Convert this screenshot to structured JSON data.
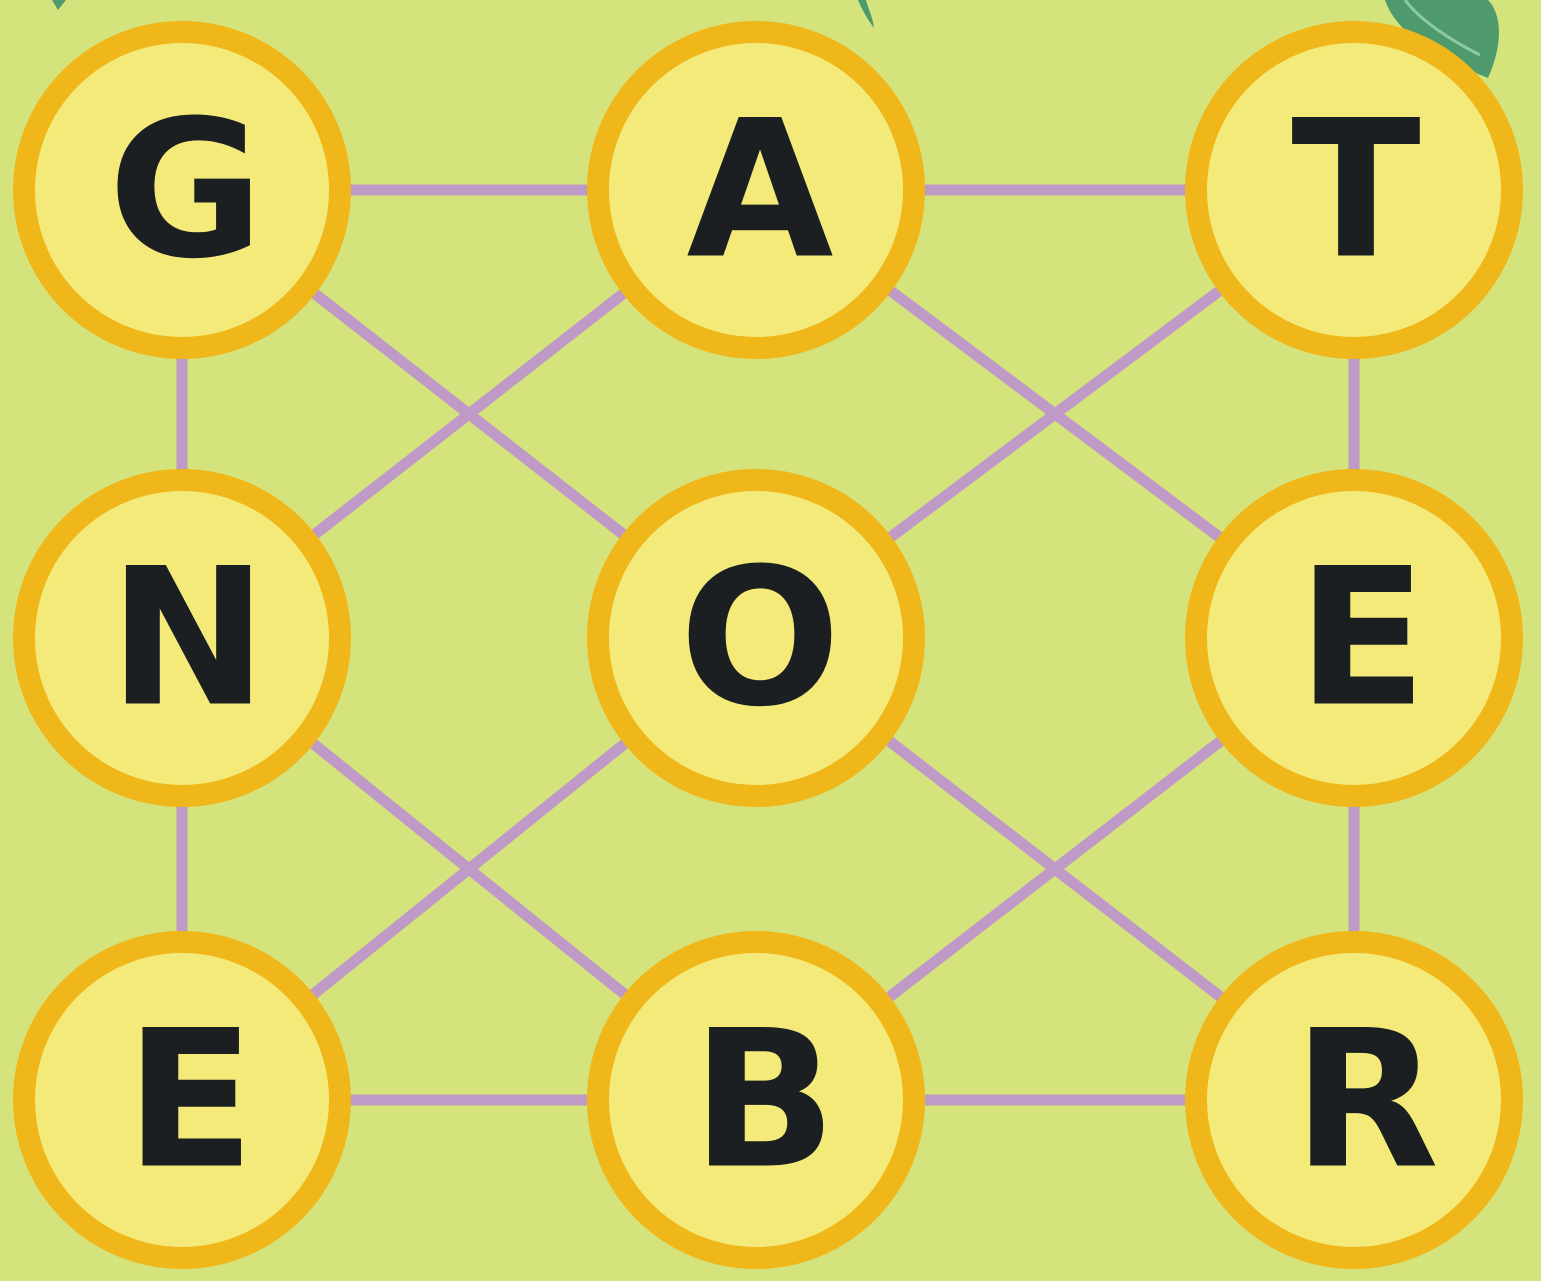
{
  "board": {
    "background": "#d4e37c",
    "tile_fill": "#f4ea7a",
    "tile_ring": "#efb71a",
    "connector_color": "#c09ac6",
    "letter_color": "#1b1f22",
    "rows": [
      [
        "G",
        "A",
        "T"
      ],
      [
        "N",
        "O",
        "E"
      ],
      [
        "E",
        "B",
        "R"
      ]
    ]
  }
}
